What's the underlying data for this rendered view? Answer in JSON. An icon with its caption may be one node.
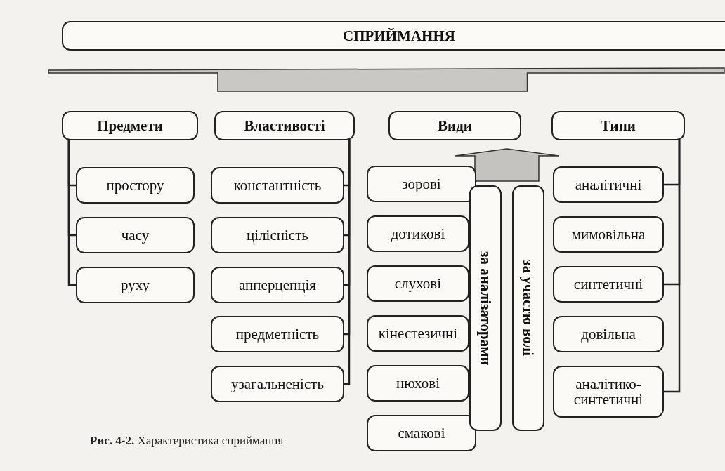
{
  "diagram": {
    "caption": "**Рис. 4-2.** Характеристика сприймання",
    "nodes": [
      {
        "text": [
          "СПРИЙМАННЯ"
        ]
      },
      {
        "text": [
          "Предмети"
        ]
      },
      {
        "text": [
          "Властивості"
        ]
      },
      {
        "text": [
          "Види"
        ]
      },
      {
        "text": [
          "Типи"
        ]
      },
      {
        "text": [
          "простору"
        ]
      },
      {
        "text": [
          "часу"
        ]
      },
      {
        "text": [
          "руху"
        ]
      },
      {
        "text": [
          "константність"
        ]
      },
      {
        "text": [
          "цілісність"
        ]
      },
      {
        "text": [
          "апперцепція"
        ]
      },
      {
        "text": [
          "предметність"
        ]
      },
      {
        "text": [
          "узагальненість"
        ]
      },
      {
        "text": [
          "зорові"
        ]
      },
      {
        "text": [
          "дотикові"
        ]
      },
      {
        "text": [
          "слухові"
        ]
      },
      {
        "text": [
          "кінестезичні"
        ]
      },
      {
        "text": [
          "нюхові"
        ]
      },
      {
        "text": [
          "смакові"
        ]
      },
      {
        "text": [
          "за аналізаторами"
        ]
      },
      {
        "text": [
          "за участю волі"
        ]
      },
      {
        "text": [
          "аналітичні"
        ]
      },
      {
        "text": [
          "мимовільна"
        ]
      },
      {
        "text": [
          "синтетичні"
        ]
      },
      {
        "text": [
          "довільна"
        ]
      },
      {
        "text": [
          "аналітико-синтетичні"
        ]
      },
      {
        "text": [],
        "shape": "bar"
      }
    ],
    "edges": [
      {
        "from": 1,
        "to": 5,
        "arrow": "none"
      },
      {
        "from": 1,
        "to": 6,
        "arrow": "none"
      },
      {
        "from": 1,
        "to": 7,
        "arrow": "none"
      },
      {
        "from": 2,
        "to": 8,
        "arrow": "none"
      },
      {
        "from": 2,
        "to": 9,
        "arrow": "none"
      },
      {
        "from": 2,
        "to": 10,
        "arrow": "none"
      },
      {
        "from": 2,
        "to": 11,
        "arrow": "none"
      },
      {
        "from": 2,
        "to": 12,
        "arrow": "none"
      },
      {
        "from": 4,
        "to": 21,
        "arrow": "none"
      },
      {
        "from": 4,
        "to": 23,
        "arrow": "none"
      },
      {
        "from": 4,
        "to": 25,
        "arrow": "none"
      },
      {
        "from": 19,
        "to": 3,
        "arrow": "to",
        "style": "thick"
      },
      {
        "from": 20,
        "to": 3,
        "arrow": "to",
        "style": "thick"
      }
    ]
  }
}
